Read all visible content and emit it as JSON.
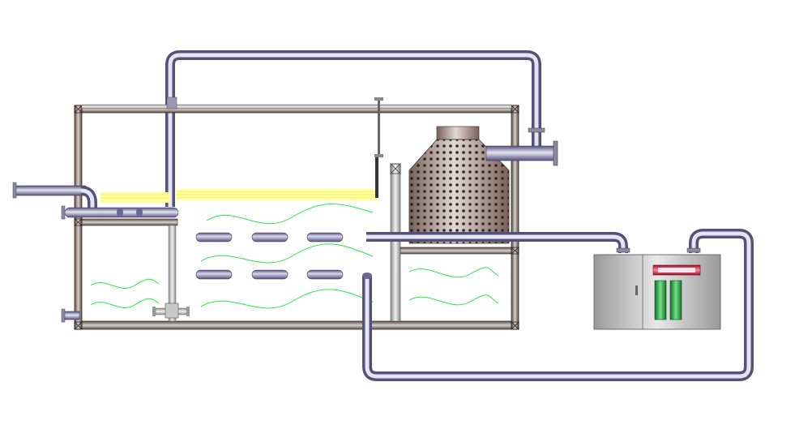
{
  "colors": {
    "pipe_dark": "#55507a",
    "pipe_light": "#dcdcec",
    "tank_dark": "#5a4a44",
    "tank_light": "#d8d0ca",
    "water_wave": "#22ee44",
    "scum_layer": "#ffff99",
    "cabinet_body": "#b8b8b8",
    "cabinet_panel": "#a8a8a8",
    "indicator_red": "#cc2244",
    "indicator_green": "#1f9a3a",
    "flange": "#8a8aa0"
  },
  "components": {
    "left_inlet_pipe": "inlet-pipe",
    "flotation_tank": "tank",
    "diffuser_pipes": "aeration-diffusers",
    "filter_tower": "perforated-tower",
    "control_cabinet": "control-cabinet"
  }
}
